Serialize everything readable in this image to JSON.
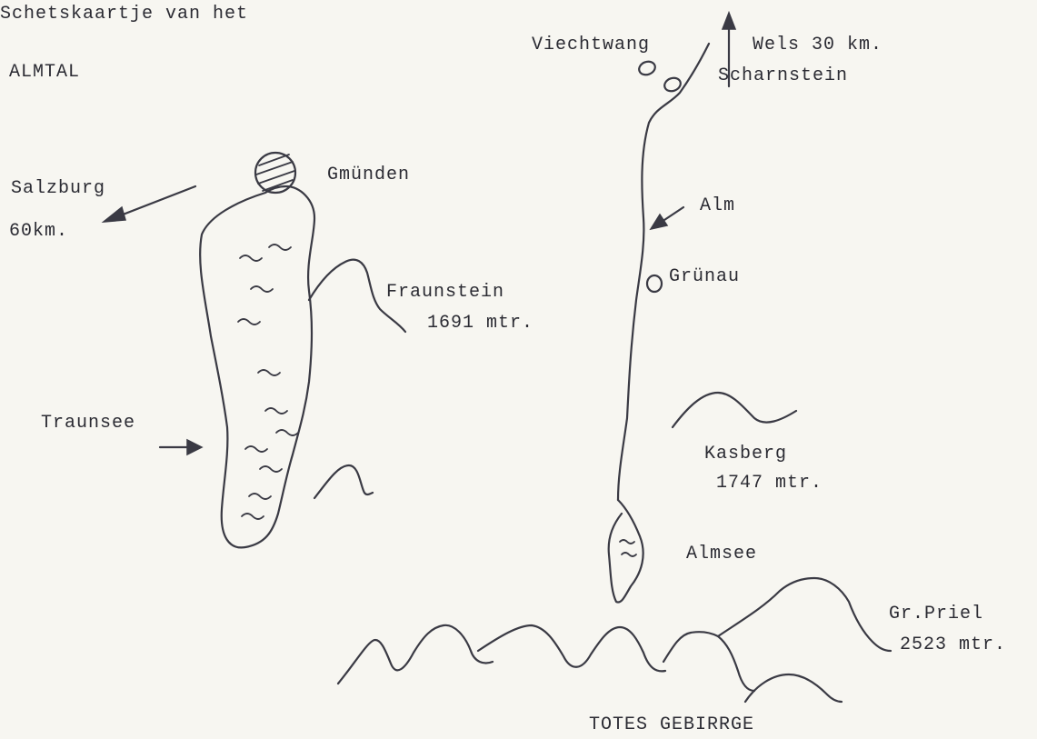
{
  "header": {
    "line1": "Schetskaartje van het",
    "line2": "ALMTAL"
  },
  "places": {
    "viechtwang": "Viechtwang",
    "wels": "Wels 30 km.",
    "scharnstein": "Scharnstein",
    "gmunden": "Gmünden",
    "salzburg": "Salzburg",
    "salzburg_dist": "60km.",
    "alm": "Alm",
    "grunau": "Grünau",
    "fraunstein": "Fraunstein",
    "fraunstein_height": "1691 mtr.",
    "traunsee": "Traunsee",
    "kasberg": "Kasberg",
    "kasberg_height": "1747 mtr.",
    "almsee": "Almsee",
    "grpriel": "Gr.Priel",
    "grpriel_height": "2523 mtr.",
    "totes": "TOTES GEBIRRGE"
  },
  "colors": {
    "paper": "#f7f6f1",
    "ink": "#3a3a44"
  }
}
